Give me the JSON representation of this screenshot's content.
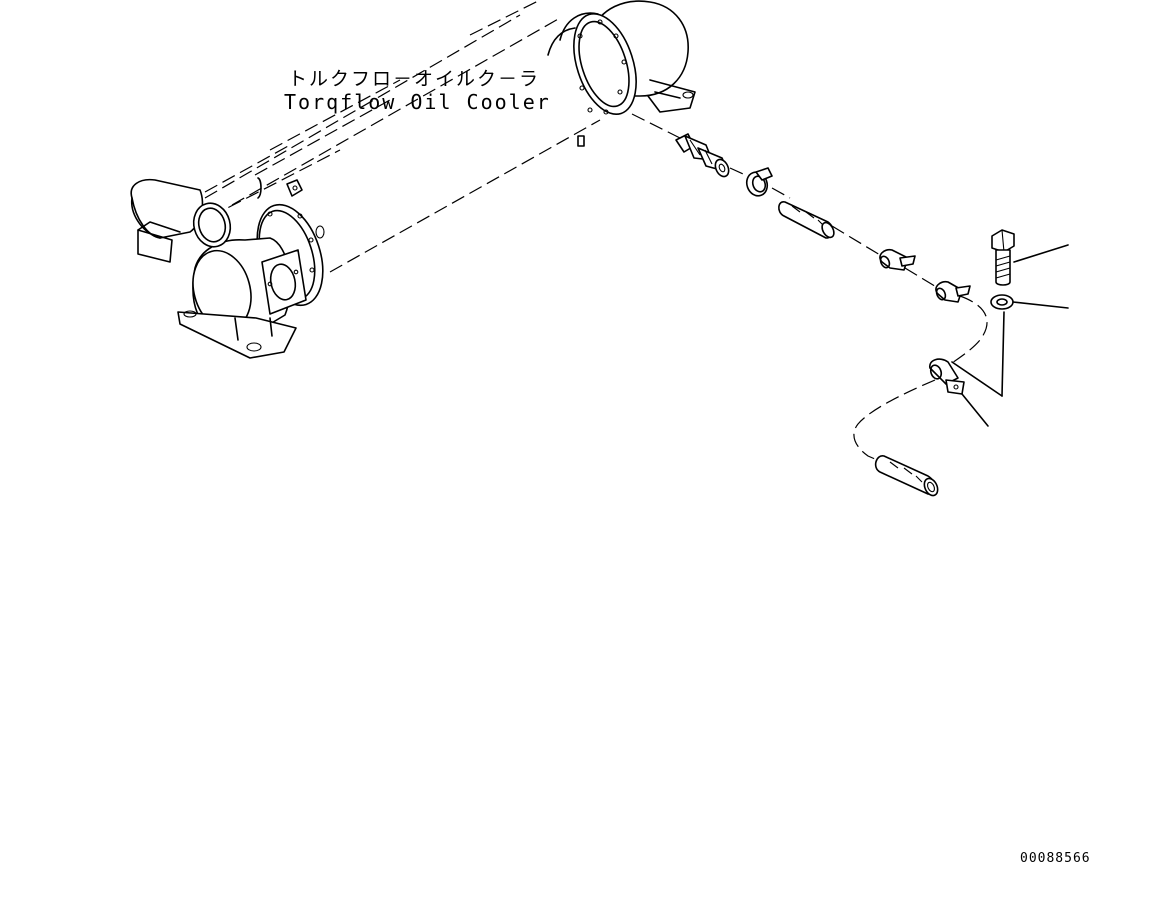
{
  "diagram": {
    "title_japanese": "トルクフロ－オイルク－ラ",
    "title_english": "Torqflow Oil Cooler",
    "drawing_number": "00088566"
  },
  "colors": {
    "line": "#000000",
    "background": "#ffffff"
  },
  "parts": [
    "oil-cooler-icon",
    "hose-fitting-icon",
    "hose-clamp-icon",
    "hose-icon",
    "clip-icon",
    "bolt-icon",
    "washer-icon",
    "bracket-clamp-icon",
    "leader-line-icon"
  ]
}
